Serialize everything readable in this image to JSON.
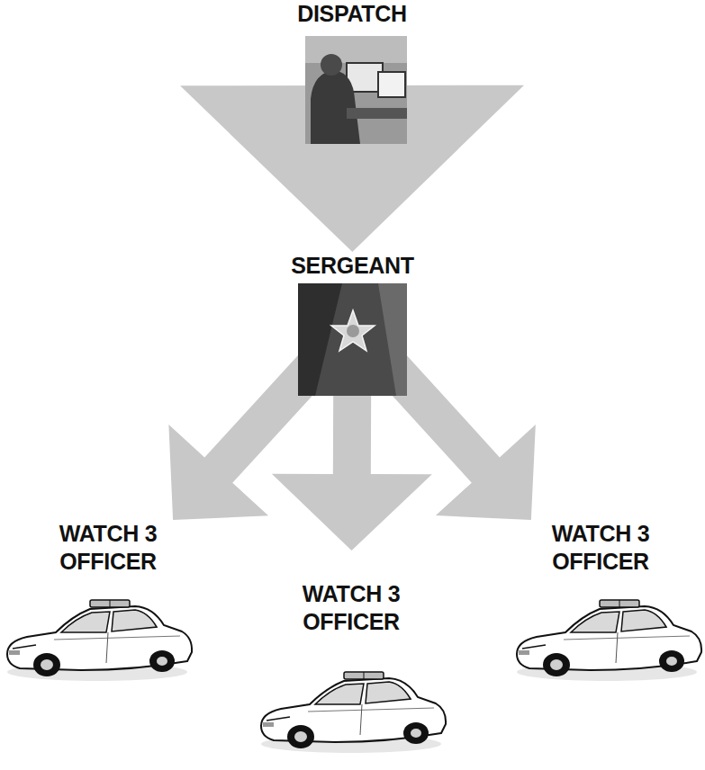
{
  "diagram": {
    "nodes": [
      {
        "text": [
          "DISPATCH"
        ]
      },
      {
        "text": [
          "SERGEANT"
        ]
      },
      {
        "text": [
          "WATCH 3 OFFICER"
        ]
      },
      {
        "text": [
          "WATCH 3 OFFICER"
        ]
      },
      {
        "text": [
          "WATCH 3 OFFICER"
        ]
      }
    ],
    "edges": [
      {
        "from": 0,
        "to": 1,
        "arrow": "to"
      },
      {
        "from": 1,
        "to": 2,
        "arrow": "to"
      },
      {
        "from": 1,
        "to": 4,
        "arrow": "to"
      },
      {
        "from": 1,
        "to": 3,
        "arrow": "to"
      }
    ]
  }
}
